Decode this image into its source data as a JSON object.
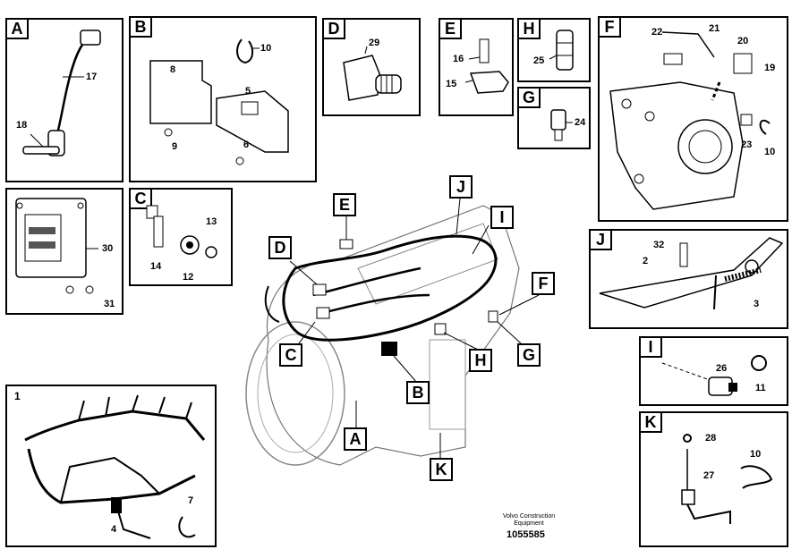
{
  "panels": {
    "A": {
      "letter": "A",
      "parts": [
        "17",
        "18"
      ]
    },
    "B": {
      "letter": "B",
      "parts": [
        "8",
        "9",
        "10",
        "5",
        "6"
      ]
    },
    "D": {
      "letter": "D",
      "parts": [
        "29"
      ]
    },
    "E": {
      "letter": "E",
      "parts": [
        "16",
        "15"
      ]
    },
    "H": {
      "letter": "H",
      "parts": [
        "25"
      ]
    },
    "G": {
      "letter": "G",
      "parts": [
        "24"
      ]
    },
    "F": {
      "letter": "F",
      "parts": [
        "22",
        "21",
        "20",
        "19",
        "23",
        "10"
      ]
    },
    "ECU": {
      "parts": [
        "30",
        "31"
      ]
    },
    "C": {
      "letter": "C",
      "parts": [
        "13",
        "14",
        "12"
      ]
    },
    "J": {
      "letter": "J",
      "parts": [
        "32",
        "2",
        "3"
      ]
    },
    "I": {
      "letter": "I",
      "parts": [
        "26",
        "11"
      ]
    },
    "K": {
      "letter": "K",
      "parts": [
        "28",
        "10",
        "27"
      ]
    },
    "HARNESS": {
      "label": "1",
      "parts": [
        "7",
        "4"
      ]
    }
  },
  "engine_tags": [
    "E",
    "J",
    "I",
    "D",
    "F",
    "C",
    "H",
    "G",
    "B",
    "A",
    "K"
  ],
  "credit": {
    "line1": "Volvo Construction",
    "line2": "Equipment"
  },
  "doc_number": "1055585"
}
